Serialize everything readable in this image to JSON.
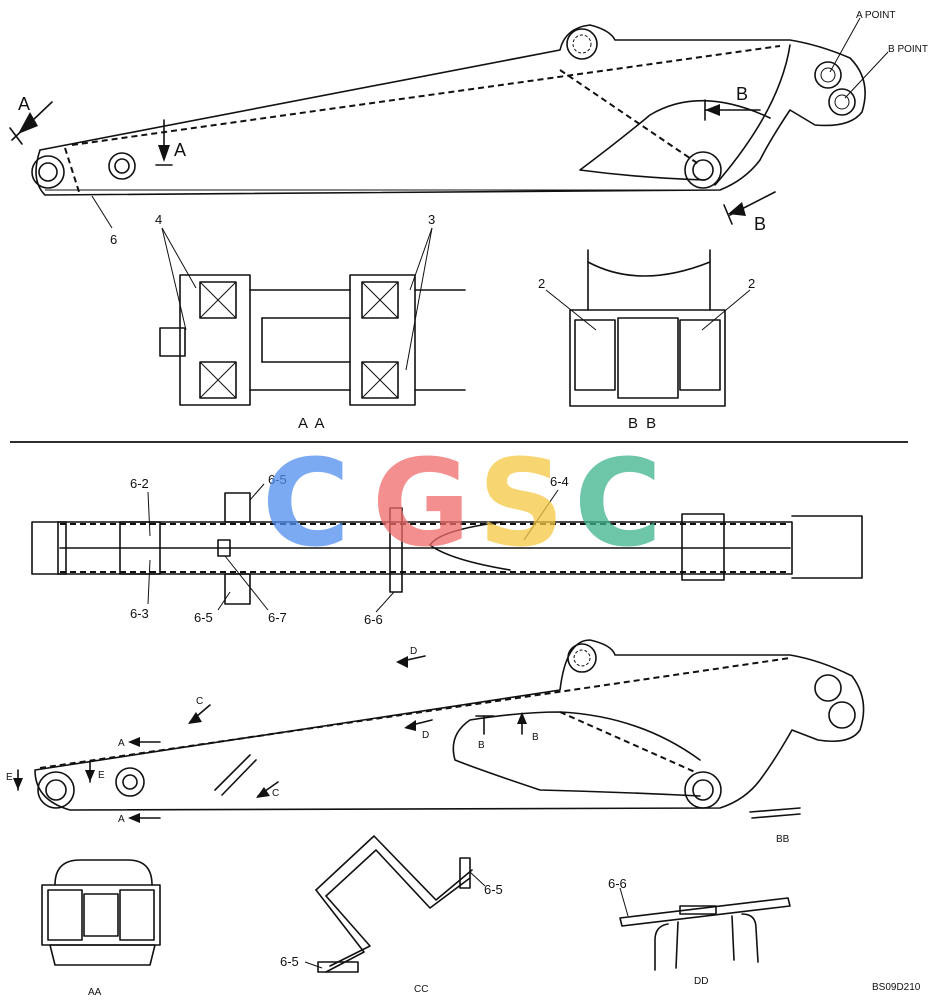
{
  "top_view": {
    "point_a": "A POINT",
    "point_b": "B POINT",
    "arrow_a_left": "A",
    "arrow_a_mid": "A",
    "arrow_b_top": "B",
    "arrow_b_bottom": "B",
    "part_6": "6"
  },
  "section_aa": {
    "title": "A A",
    "callout_4": "4",
    "callout_3": "3"
  },
  "section_bb": {
    "title": "B B",
    "callout_2_left": "2",
    "callout_2_right": "2"
  },
  "plan_view": {
    "c_6_2": "6-2",
    "c_6_3": "6-3",
    "c_6_4": "6-4",
    "c_6_5_top": "6-5",
    "c_6_5_bottom": "6-5",
    "c_6_6": "6-6",
    "c_6_7": "6-7"
  },
  "side_view": {
    "d_top": "D",
    "d_mid": "D",
    "c_top": "C",
    "c_bottom": "C",
    "a_top": "A",
    "a_bottom": "A",
    "e_left": "E",
    "e_right": "E",
    "b_left": "B",
    "b_right": "B",
    "bb_label": "BB"
  },
  "details": {
    "aa_title": "AA",
    "cc_title": "CC",
    "dd_title": "DD",
    "cc_6_5_right": "6-5",
    "cc_6_5_left": "6-5",
    "dd_6_6": "6-6"
  },
  "watermark": {
    "letters": [
      "C",
      "G",
      "S",
      "C"
    ],
    "colors": [
      "#4f8ef0",
      "#ef6a6a",
      "#f5c842",
      "#3cb38a"
    ]
  },
  "footer_code": "BS09D210"
}
